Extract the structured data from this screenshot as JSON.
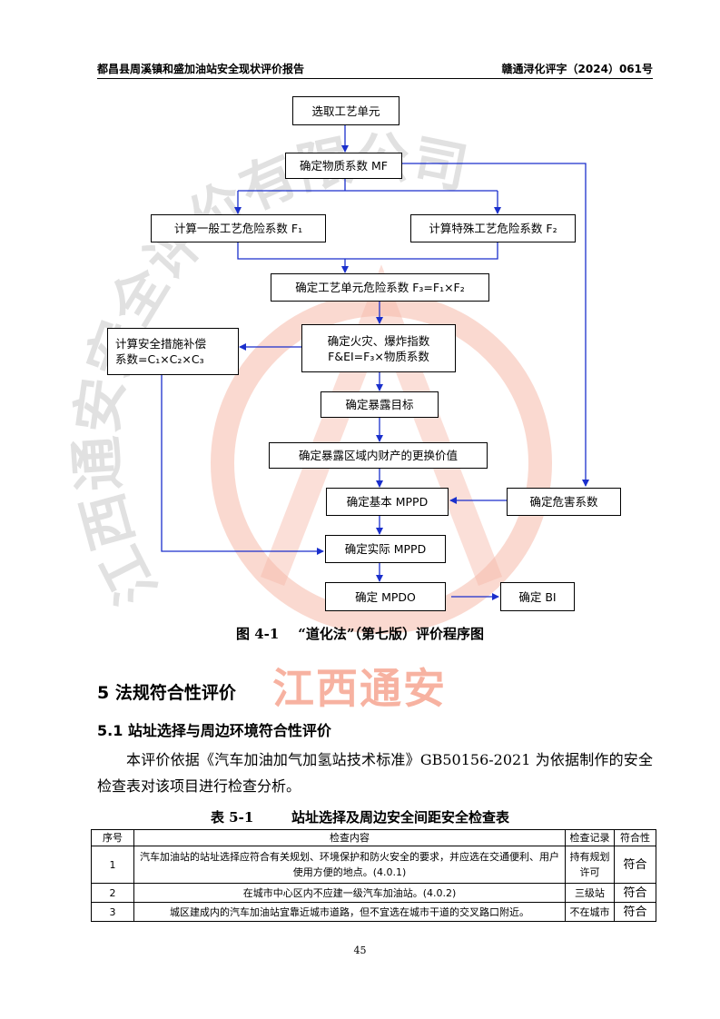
{
  "header": {
    "left": "都昌县周溪镇和盛加油站安全现状评价报告",
    "right": "赣通浔化评字（2024）061号"
  },
  "flowchart": {
    "nodes": {
      "select_unit": "选取工艺单元",
      "material_factor": "确定物质系数 MF",
      "general_hazard": "计算一般工艺危险系数 F₁",
      "special_hazard": "计算特殊工艺危险系数 F₂",
      "unit_hazard": "确定工艺单元危险系数 F₃=F₁×F₂",
      "fire_explosion": "确定火灾、爆炸指数\nF&EI=F₃×物质系数",
      "safety_credit": "计算安全措施补偿\n系数=C₁×C₂×C₃",
      "exposure_target": "确定暴露目标",
      "replacement_value": "确定暴露区域内财产的更换价值",
      "base_mppd": "确定基本 MPPD",
      "damage_factor": "确定危害系数",
      "actual_mppd": "确定实际 MPPD",
      "mpdo": "确定 MPDO",
      "bi": "确定 BI"
    }
  },
  "figure_caption": "图 4-1    “道化法”（第七版）评价程序图",
  "watermark": {
    "arc_text": "江西通安安全评价有限公司",
    "stamp_text": "江西通安",
    "color": "#f05a3c"
  },
  "section": {
    "heading": "5 法规符合性评价",
    "subheading": "5.1 站址选择与周边环境符合性评价",
    "paragraph": "本评价依据《汽车加油加气加氢站技术标准》GB50156-2021 为依据制作的安全检查表对该项目进行检查分析。"
  },
  "table": {
    "title": "表 5-1        站址选择及周边安全间距安全检查表",
    "headers": [
      "序号",
      "检查内容",
      "检查记录",
      "符合性"
    ],
    "rows": [
      {
        "no": "1",
        "content": "汽车加油站的站址选择应符合有关规划、环境保护和防火安全的要求，并应选在交通便利、用户使用方便的地点。(4.0.1)",
        "record": "持有规划许可",
        "result": "符合"
      },
      {
        "no": "2",
        "content": "在城市中心区内不应建一级汽车加油站。(4.0.2)",
        "record": "三级站",
        "result": "符合"
      },
      {
        "no": "3",
        "content": "城区建成内的汽车加油站宜靠近城市道路，但不宜选在城市干道的交叉路口附近。",
        "record": "不在城市",
        "result": "符合"
      }
    ]
  },
  "page_number": "45"
}
